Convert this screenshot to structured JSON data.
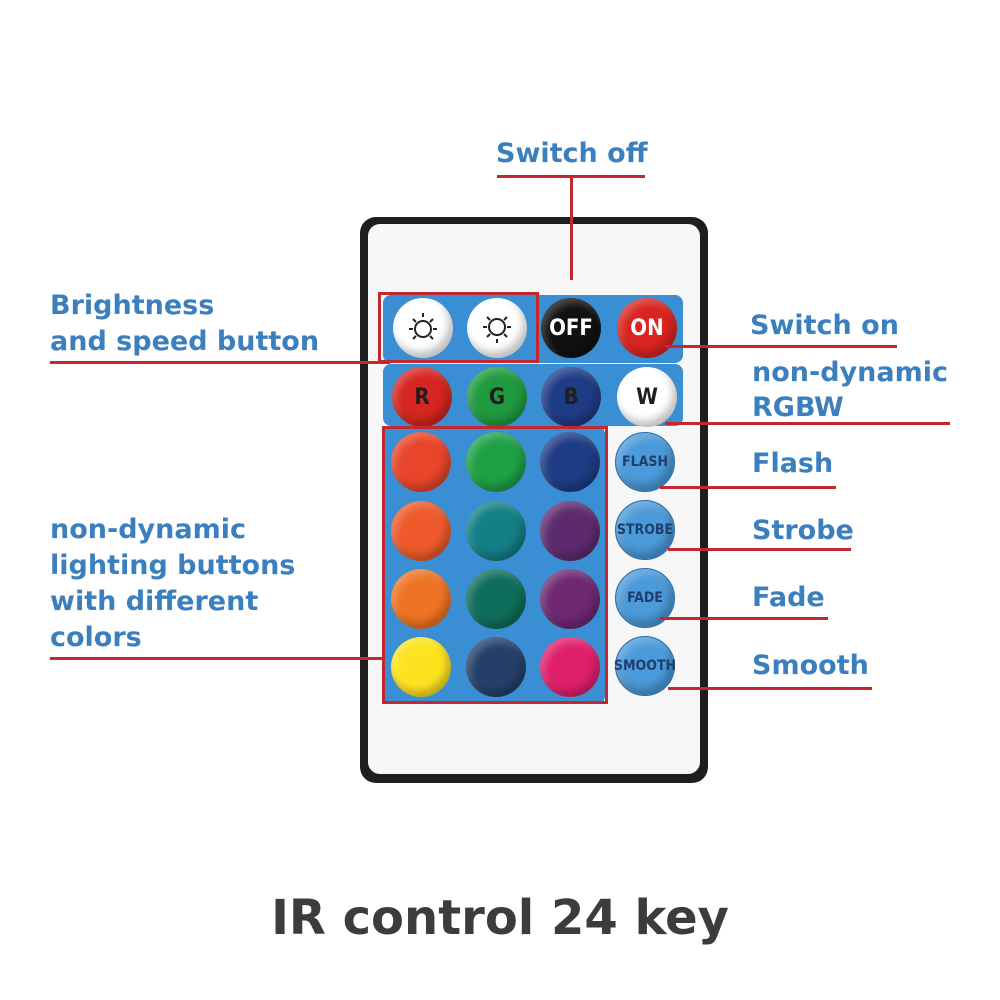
{
  "labels": {
    "switch_off": "Switch off",
    "brightness_line1": "Brightness",
    "brightness_line2": "and speed button",
    "switch_on": "Switch on",
    "rgbw_line1": "non-dynamic",
    "rgbw_line2": "RGBW",
    "flash": "Flash",
    "strobe": "Strobe",
    "fade": "Fade",
    "smooth": "Smooth",
    "static_line1": "non-dynamic",
    "static_line2": "lighting buttons",
    "static_line3": "with different",
    "static_line4": "colors"
  },
  "buttons": {
    "off": "OFF",
    "on": "ON",
    "r": "R",
    "g": "G",
    "b": "B",
    "w": "W",
    "flash": "FLASH",
    "strobe": "STROBE",
    "fade": "FADE",
    "smooth": "SMOOTH"
  },
  "color_buttons": [
    "#e8452a",
    "#1fa046",
    "#1e3b85",
    "#ee5a2b",
    "#137f86",
    "#5e2a6e",
    "#ee7324",
    "#0f6d5b",
    "#6d2870",
    "#fde31f",
    "#24406a",
    "#e01f6b"
  ],
  "colors": {
    "label": "#3b7fbf",
    "annotation_line": "#c2282e",
    "panel": "#3a8ed3"
  },
  "footer": "IR control 24 key"
}
